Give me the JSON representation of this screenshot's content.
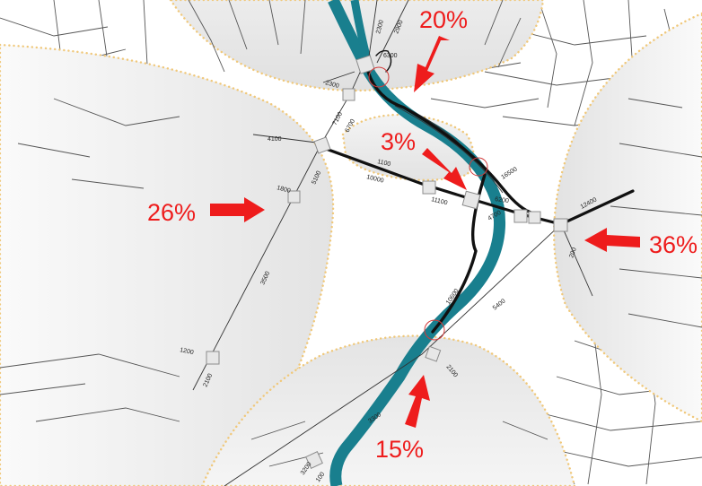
{
  "colors": {
    "river": "#197f8e",
    "arrow": "#ee1c1c",
    "zone_dots": "#f0c87a",
    "street": "#555555",
    "counter_ring": "#d23a3a"
  },
  "zones": [
    {
      "id": "north",
      "percent": "20%"
    },
    {
      "id": "center",
      "percent": "3%"
    },
    {
      "id": "west",
      "percent": "26%"
    },
    {
      "id": "east",
      "percent": "36%"
    },
    {
      "id": "south",
      "percent": "15%"
    }
  ],
  "count_labels": [
    "2300",
    "2900",
    "6300",
    "2300",
    "7100",
    "6700",
    "4100",
    "1100",
    "10000",
    "16500",
    "11100",
    "6200",
    "4700",
    "12400",
    "1800",
    "5100",
    "200",
    "3500",
    "10600",
    "5400",
    "1200",
    "2100",
    "2100",
    "3300",
    "3200",
    "100"
  ]
}
